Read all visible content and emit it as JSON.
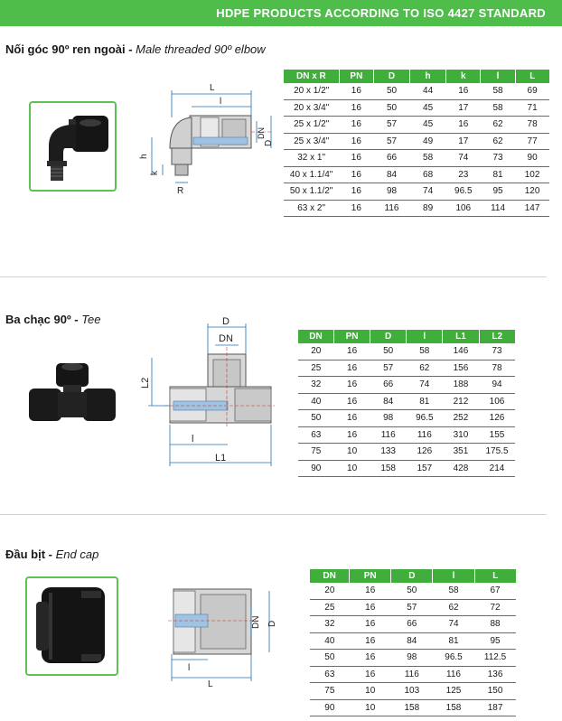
{
  "header": {
    "banner": "HDPE PRODUCTS ACCORDING TO ISO 4427 STANDARD"
  },
  "elbow": {
    "title_vi": "Nối góc 90º ren ngoài - ",
    "title_en": "Male threaded 90º elbow",
    "dim_labels": {
      "L": "L",
      "l": "l",
      "DN": "DN",
      "D": "D",
      "h": "h",
      "k": "k",
      "R": "R"
    },
    "columns": [
      "DN x R",
      "PN",
      "D",
      "h",
      "k",
      "l",
      "L"
    ],
    "rows": [
      [
        "20 x 1/2\"",
        "16",
        "50",
        "44",
        "16",
        "58",
        "69"
      ],
      [
        "20 x 3/4\"",
        "16",
        "50",
        "45",
        "17",
        "58",
        "71"
      ],
      [
        "25 x 1/2\"",
        "16",
        "57",
        "45",
        "16",
        "62",
        "78"
      ],
      [
        "25 x 3/4\"",
        "16",
        "57",
        "49",
        "17",
        "62",
        "77"
      ],
      [
        "32 x 1\"",
        "16",
        "66",
        "58",
        "74",
        "73",
        "90"
      ],
      [
        "40 x 1.1/4\"",
        "16",
        "84",
        "68",
        "23",
        "81",
        "102"
      ],
      [
        "50 x 1.1/2\"",
        "16",
        "98",
        "74",
        "96.5",
        "95",
        "120"
      ],
      [
        "63 x 2\"",
        "16",
        "116",
        "89",
        "106",
        "114",
        "147"
      ]
    ]
  },
  "tee": {
    "title_vi": "Ba chạc 90º - ",
    "title_en": "Tee",
    "dim_labels": {
      "D": "D",
      "DN": "DN",
      "L2": "L2",
      "l": "l",
      "L1": "L1"
    },
    "columns": [
      "DN",
      "PN",
      "D",
      "l",
      "L1",
      "L2"
    ],
    "rows": [
      [
        "20",
        "16",
        "50",
        "58",
        "146",
        "73"
      ],
      [
        "25",
        "16",
        "57",
        "62",
        "156",
        "78"
      ],
      [
        "32",
        "16",
        "66",
        "74",
        "188",
        "94"
      ],
      [
        "40",
        "16",
        "84",
        "81",
        "212",
        "106"
      ],
      [
        "50",
        "16",
        "98",
        "96.5",
        "252",
        "126"
      ],
      [
        "63",
        "16",
        "116",
        "116",
        "310",
        "155"
      ],
      [
        "75",
        "10",
        "133",
        "126",
        "351",
        "175.5"
      ],
      [
        "90",
        "10",
        "158",
        "157",
        "428",
        "214"
      ]
    ]
  },
  "endcap": {
    "title_vi": "Đầu bịt - ",
    "title_en": "End cap",
    "dim_labels": {
      "DN": "DN",
      "D": "D",
      "l": "l",
      "L": "L"
    },
    "columns": [
      "DN",
      "PN",
      "D",
      "l",
      "L"
    ],
    "rows": [
      [
        "20",
        "16",
        "50",
        "58",
        "67"
      ],
      [
        "25",
        "16",
        "57",
        "62",
        "72"
      ],
      [
        "32",
        "16",
        "66",
        "74",
        "88"
      ],
      [
        "40",
        "16",
        "84",
        "81",
        "95"
      ],
      [
        "50",
        "16",
        "98",
        "96.5",
        "112.5"
      ],
      [
        "63",
        "16",
        "116",
        "116",
        "136"
      ],
      [
        "75",
        "10",
        "103",
        "125",
        "150"
      ],
      [
        "90",
        "10",
        "158",
        "158",
        "187"
      ]
    ]
  },
  "colors": {
    "accent": "#4fbd4a",
    "table_header": "#3fae3a",
    "dimension_line": "#1f6fb0"
  }
}
